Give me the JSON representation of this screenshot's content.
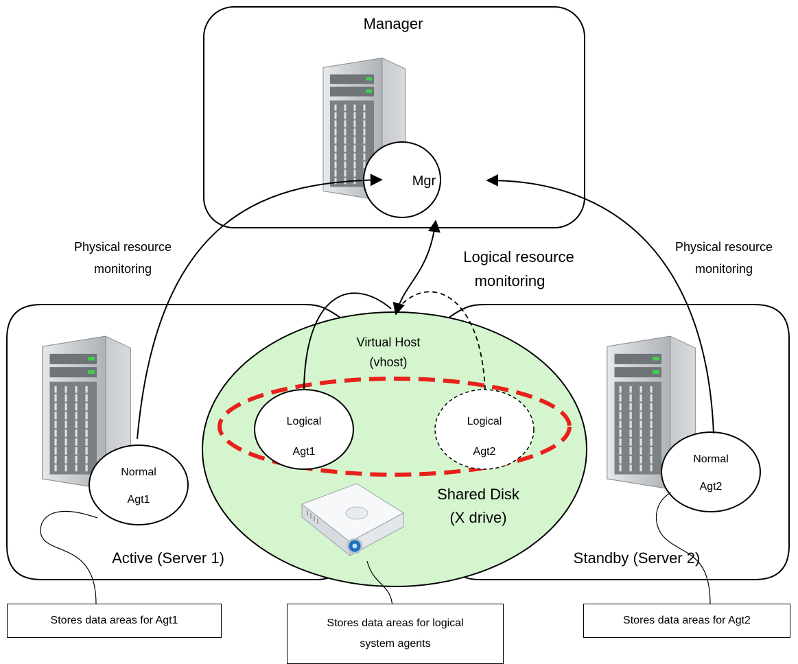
{
  "manager": {
    "title": "Manager",
    "mgr_label": "Mgr"
  },
  "monitoring": {
    "physical_left": [
      "Physical resource",
      "monitoring"
    ],
    "physical_right": [
      "Physical resource",
      "monitoring"
    ],
    "logical": [
      "Logical resource",
      "monitoring"
    ]
  },
  "vhost": {
    "title": "Virtual Host",
    "subtitle": "(vhost)",
    "fill": "#d5f5cf"
  },
  "logical_agents": [
    {
      "line1": "Logical",
      "line2": "Agt1"
    },
    {
      "line1": "Logical",
      "line2": "Agt2"
    }
  ],
  "normal_agents": [
    {
      "line1": "Normal",
      "line2": "Agt1"
    },
    {
      "line1": "Normal",
      "line2": "Agt2"
    }
  ],
  "shared_disk": {
    "line1": "Shared Disk",
    "line2": "(X drive)"
  },
  "servers": {
    "active": "Active (Server 1)",
    "standby": "Standby (Server 2)"
  },
  "notes": {
    "agt1": "Stores data areas for Agt1",
    "logical": [
      "Stores data areas for logical",
      "system agents"
    ],
    "agt2": "Stores data areas for Agt2"
  },
  "colors": {
    "dash_ellipse": "#e8211b",
    "server_body": "#c8cbce",
    "server_led": "#3fd24a"
  },
  "icons": [
    "server-icon",
    "server-icon",
    "server-icon",
    "projector-disk-icon"
  ]
}
